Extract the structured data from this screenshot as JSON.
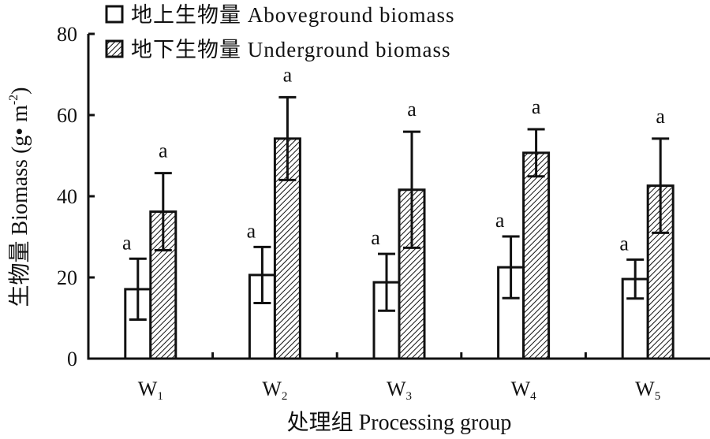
{
  "chart_data": {
    "type": "bar",
    "title": "",
    "xlabel": "处理组 Processing group",
    "ylabel": "生物量 Biomass (g·m⁻²)",
    "ylabel_parts": {
      "main": "生物量 Biomass (g",
      "dot": "•",
      "unit": " m",
      "sup": "-2",
      "close": ")"
    },
    "ylim": [
      0,
      80
    ],
    "yticks": [
      "0",
      "20",
      "40",
      "60",
      "80"
    ],
    "categories": [
      {
        "base": "W",
        "sub": "1"
      },
      {
        "base": "W",
        "sub": "2"
      },
      {
        "base": "W",
        "sub": "3"
      },
      {
        "base": "W",
        "sub": "4"
      },
      {
        "base": "W",
        "sub": "5"
      }
    ],
    "legend_position": "top-left",
    "series": [
      {
        "name": "地上生物量 Aboveground biomass",
        "fill": "white",
        "values": [
          17.1,
          20.6,
          18.8,
          22.5,
          19.6
        ],
        "errors": [
          7.5,
          6.9,
          7.0,
          7.6,
          4.8
        ],
        "labels": [
          "a",
          "a",
          "a",
          "a",
          "a"
        ]
      },
      {
        "name": "地下生物量 Underground biomass",
        "fill": "hatched",
        "values": [
          36.2,
          54.2,
          41.6,
          50.7,
          42.6
        ],
        "errors": [
          9.5,
          10.2,
          14.3,
          5.8,
          11.6
        ],
        "labels": [
          "a",
          "a",
          "a",
          "a",
          "a"
        ]
      }
    ]
  }
}
